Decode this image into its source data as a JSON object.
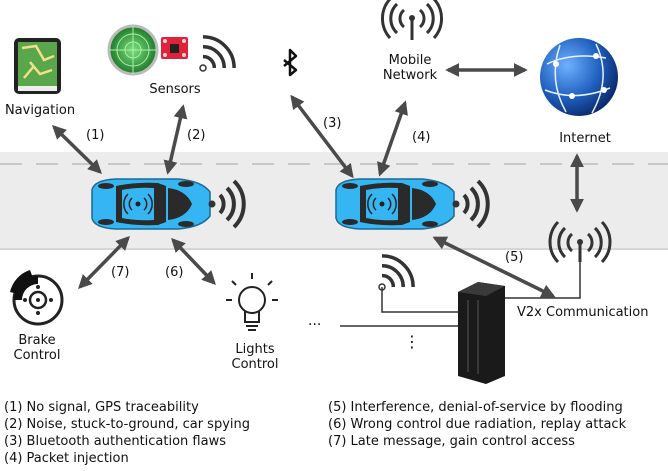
{
  "labels": {
    "navigation": "Navigation",
    "sensors": "Sensors",
    "mobile_network": [
      "Mobile",
      "Network"
    ],
    "internet": "Internet",
    "v2x": "V2x Communication",
    "brake_control": [
      "Brake",
      "Control"
    ],
    "lights_control": [
      "Lights",
      "Control"
    ],
    "dots_h": "...",
    "dots_v": "⋮"
  },
  "arrow_numbers": [
    "(1)",
    "(2)",
    "(3)",
    "(4)",
    "(5)",
    "(6)",
    "(7)"
  ],
  "legend_left": [
    "(1) No signal, GPS traceability",
    "(2) Noise, stuck-to-ground, car spying",
    "(3) Bluetooth authentication flaws",
    "(4) Packet injection"
  ],
  "legend_right": [
    "(5) Interference, denial-of-service by flooding",
    "(6) Wrong control due radiation, replay attack",
    "(7) Late message, gain control access"
  ],
  "colors": {
    "car_body": "#35b6f2",
    "road": "#ececec",
    "arrow": "#4a4a4a",
    "globe": "#1f5fbf",
    "sensor_board": "#e0233b",
    "radar": "#2e9e3a"
  },
  "icons": [
    "gps-navigation-icon",
    "radar-icon",
    "sensor-board-icon",
    "wifi-signal-icon",
    "bluetooth-icon",
    "antenna-tower-icon",
    "globe-icon",
    "car-icon",
    "brake-disc-icon",
    "light-bulb-icon",
    "server-rack-icon"
  ]
}
